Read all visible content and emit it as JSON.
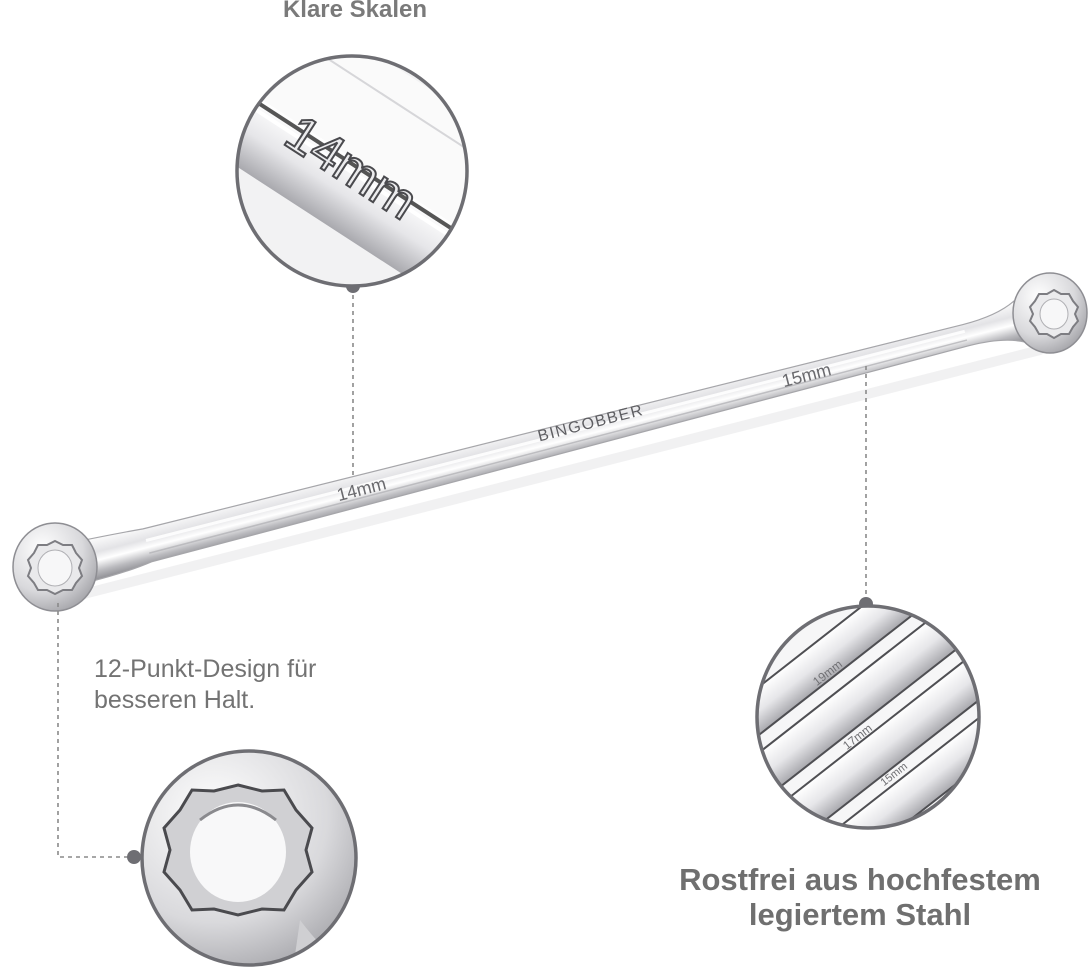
{
  "captions": {
    "top": "Klare Skalen",
    "grip": "12-Punkt-Design für besseren Halt.",
    "steel": "Rostfrei aus hochfestem legiertem Stahl"
  },
  "wrench": {
    "brand": "BINGOBBER",
    "size_left": "14mm",
    "size_right": "15mm"
  },
  "callouts": {
    "scale_detail_text": "14mm",
    "set_sizes": [
      "19mm",
      "17mm",
      "15mm"
    ]
  },
  "colors": {
    "caption_gray": "#6f6f6f",
    "ring_border": "#6e6e73",
    "dashed_line": "#8a8a8a",
    "steel_light": "#f4f4f5",
    "steel_dark": "#9a9a9e"
  }
}
